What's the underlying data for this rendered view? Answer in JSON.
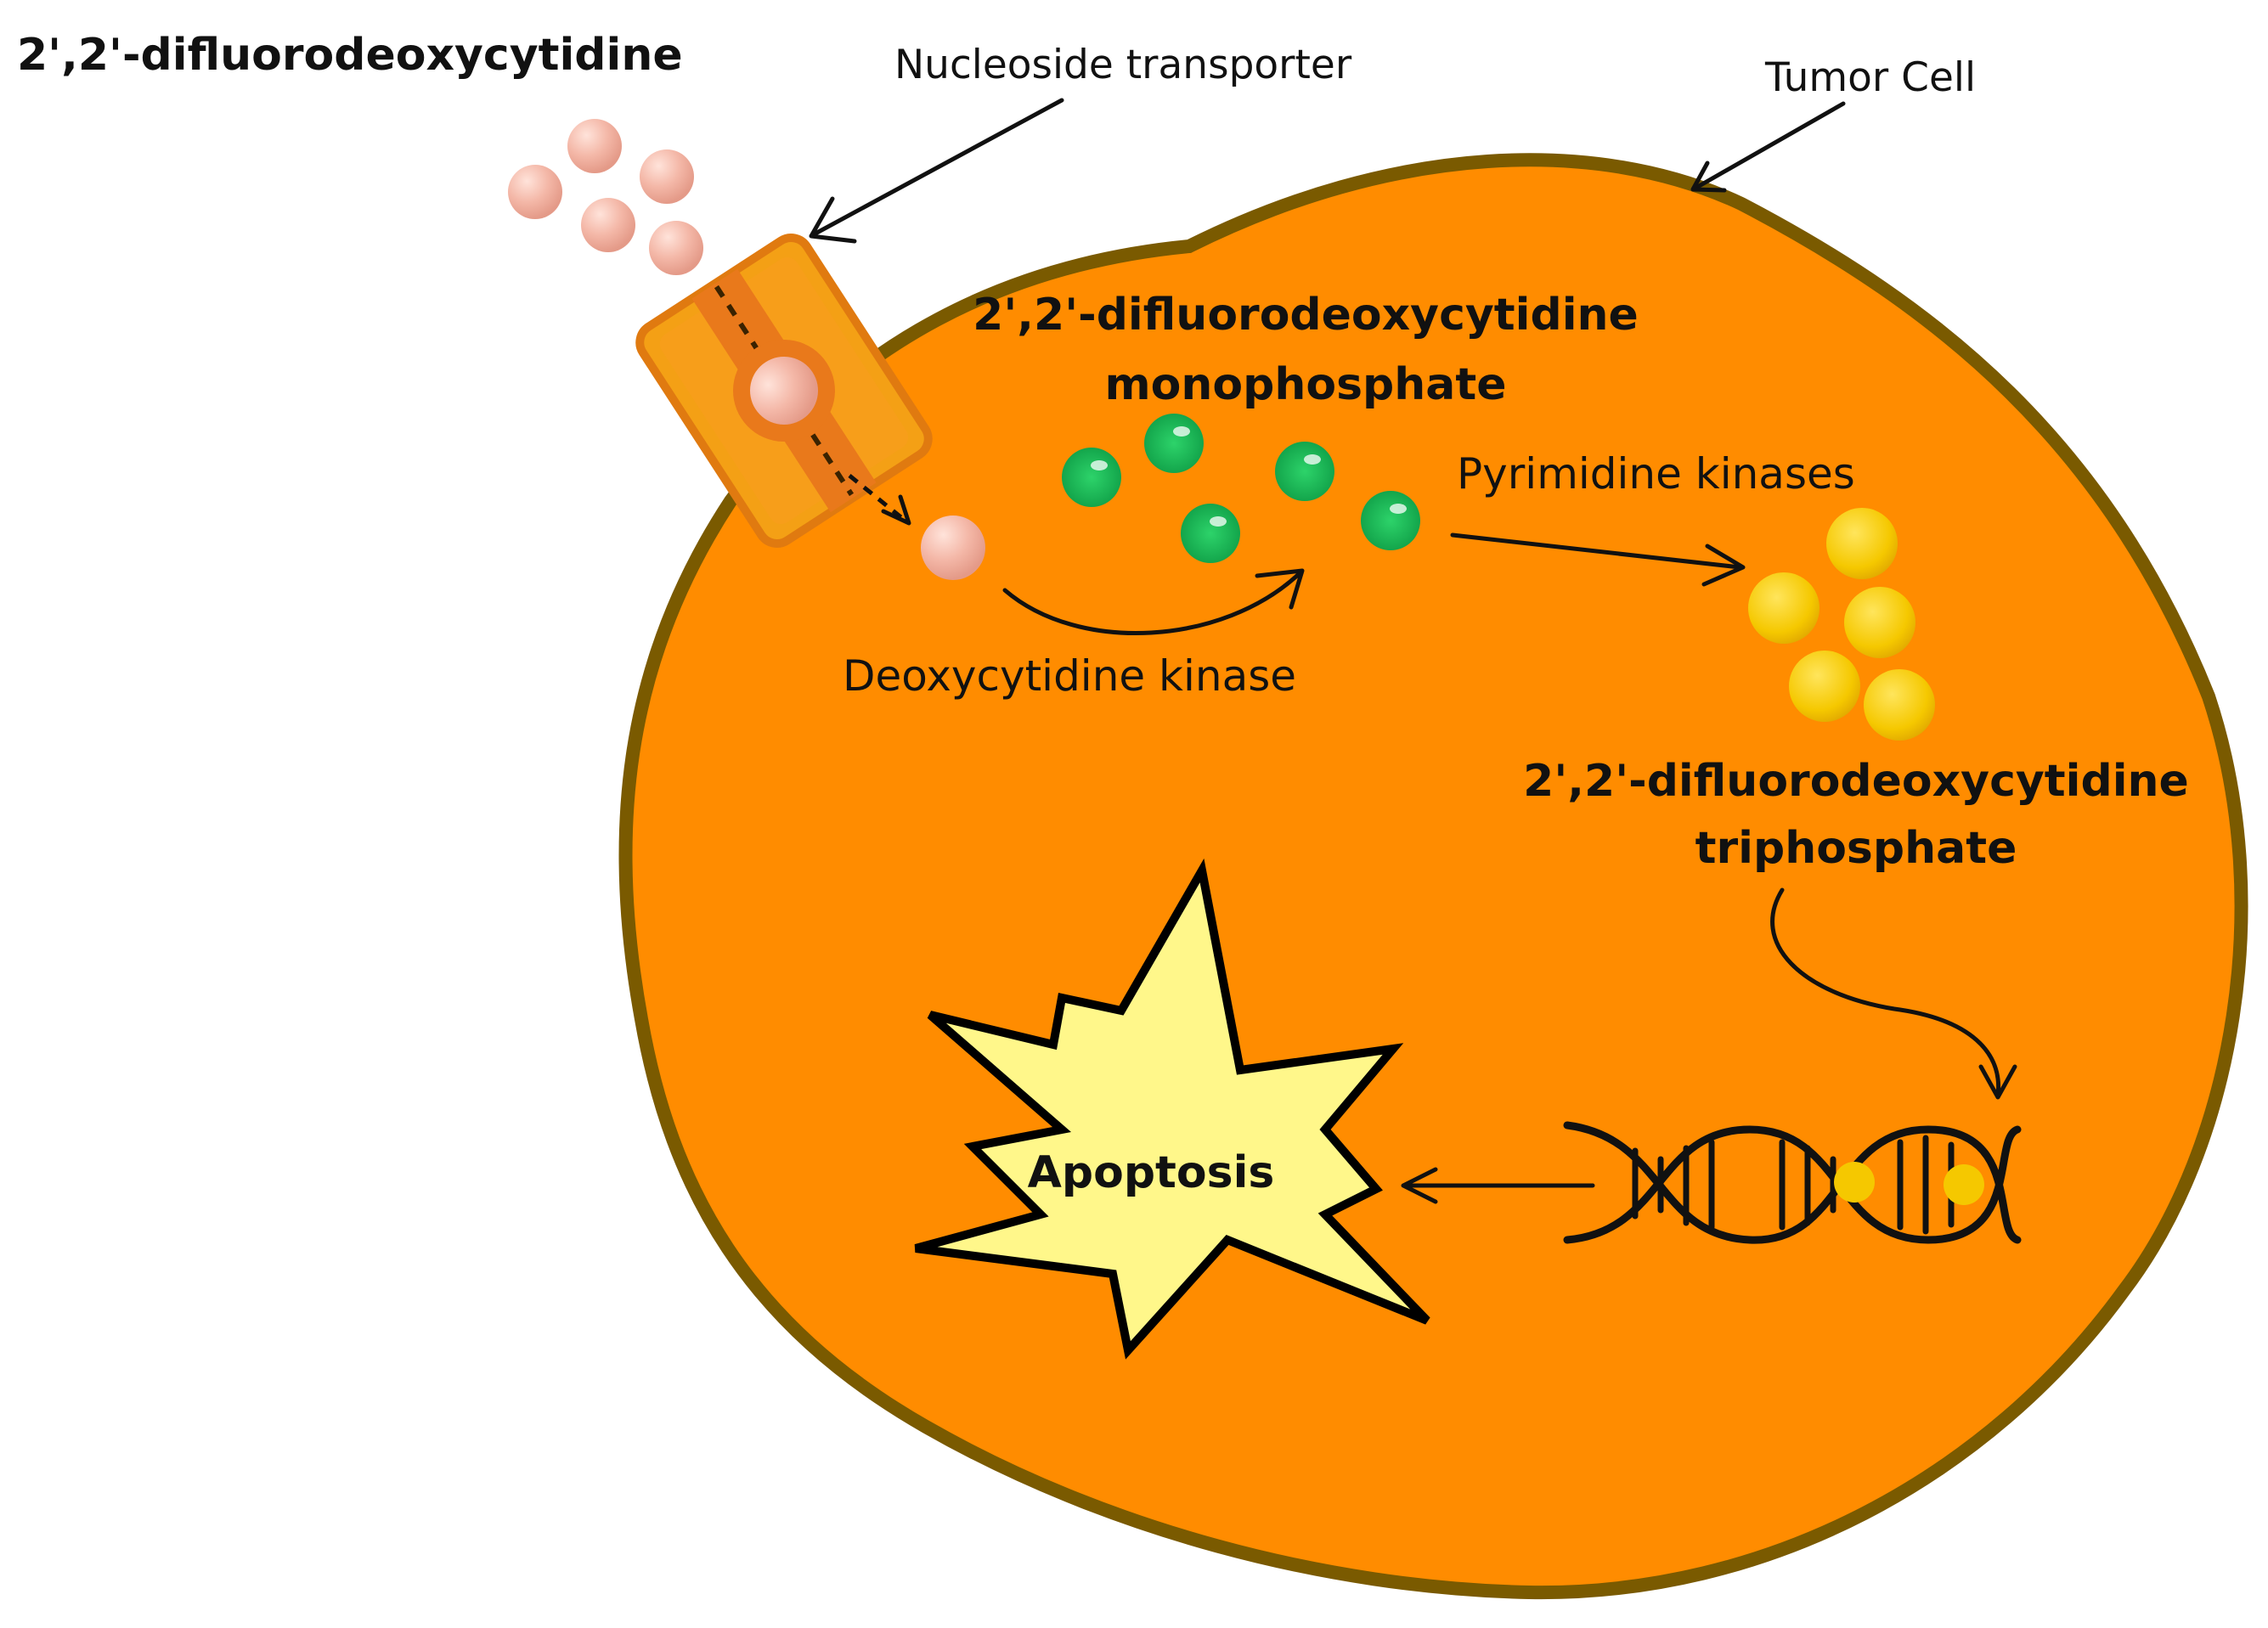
{
  "labels": {
    "drug": "2',2'-difluorodeoxycytidine",
    "transporter": "Nucleoside transporter",
    "cell": "Tumor Cell",
    "mono_line1": "2',2'-difluorodeoxycytidine",
    "mono_line2": "monophosphate",
    "dck": "Deoxycytidine kinase",
    "pyrimidine": "Pyrimidine kinases",
    "tri_line1": "2',2'-difluorodeoxycytidine",
    "tri_line2": "triphosphate",
    "apoptosis": "Apoptosis"
  },
  "colors": {
    "cell_fill": "#FF8C00",
    "cell_border": "#7A5A00",
    "drug_particle": "#F4B8A8",
    "monophosphate": "#1DB954",
    "triphosphate": "#F5C800",
    "transporter": "#F4A015",
    "starburst": "#FFF78A"
  },
  "icons": {
    "transporter": "membrane-transporter-icon",
    "dna": "dna-helix-icon",
    "apoptosis": "starburst-icon"
  }
}
